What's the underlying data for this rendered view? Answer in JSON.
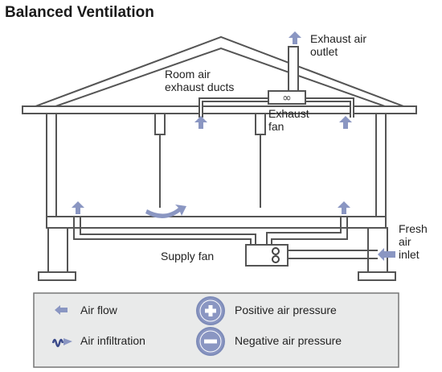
{
  "title": "Balanced Ventilation",
  "labels": {
    "exhaust_outlet": "Exhaust air\noutlet",
    "room_ducts": "Room air\nexhaust ducts",
    "exhaust_fan": "Exhaust\nfan",
    "supply_fan": "Supply fan",
    "fresh_air_inlet": "Fresh\nair\ninlet"
  },
  "legend": {
    "air_flow": "Air flow",
    "air_infiltration": "Air infiltration",
    "positive_pressure": "Positive air pressure",
    "negative_pressure": "Negative air pressure"
  },
  "colors": {
    "structure": "#555555",
    "house_fill": "#ffffff",
    "duct_fill": "#ffffff",
    "arrow": "#8a96c2",
    "legend_bg": "#e9eaea"
  },
  "icons": {
    "air_flow": "arrow-left-icon",
    "air_infiltration": "wave-arrow-icon",
    "positive_pressure": "plus-circle-icon",
    "negative_pressure": "minus-circle-icon",
    "exhaust_fan": "fan-icon",
    "supply_fan": "fan-icon"
  }
}
